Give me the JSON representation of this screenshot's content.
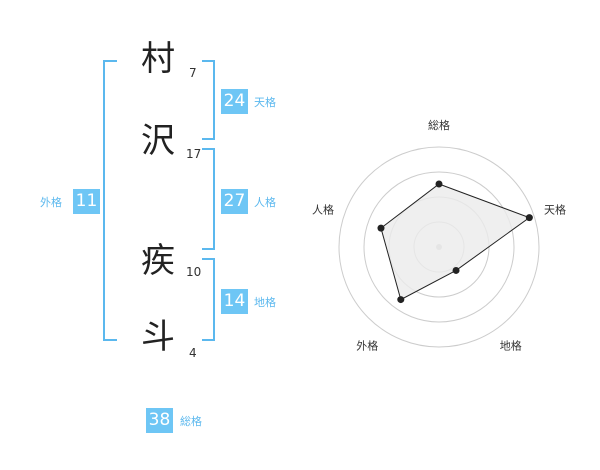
{
  "name_chars": [
    {
      "char": "村",
      "strokes": "7"
    },
    {
      "char": "沢",
      "strokes": "17"
    },
    {
      "char": "疾",
      "strokes": "10"
    },
    {
      "char": "斗",
      "strokes": "4"
    }
  ],
  "fortunes": {
    "ten": {
      "value": "24",
      "label": "天格"
    },
    "jin": {
      "value": "27",
      "label": "人格"
    },
    "chi": {
      "value": "14",
      "label": "地格"
    },
    "gai": {
      "value": "11",
      "label": "外格"
    },
    "sou": {
      "value": "38",
      "label": "総格"
    }
  },
  "chart_data": {
    "type": "radar",
    "axes": [
      "総格",
      "天格",
      "地格",
      "外格",
      "人格"
    ],
    "values": [
      0.63,
      0.95,
      0.29,
      0.65,
      0.61
    ],
    "rings": 4,
    "grid": true
  },
  "colors": {
    "accent": "#6ec6f5",
    "accent_text": "#5bb8ee",
    "radar_fill": "#ebebeb",
    "radar_line": "#222222",
    "grid": "#cccccc"
  }
}
